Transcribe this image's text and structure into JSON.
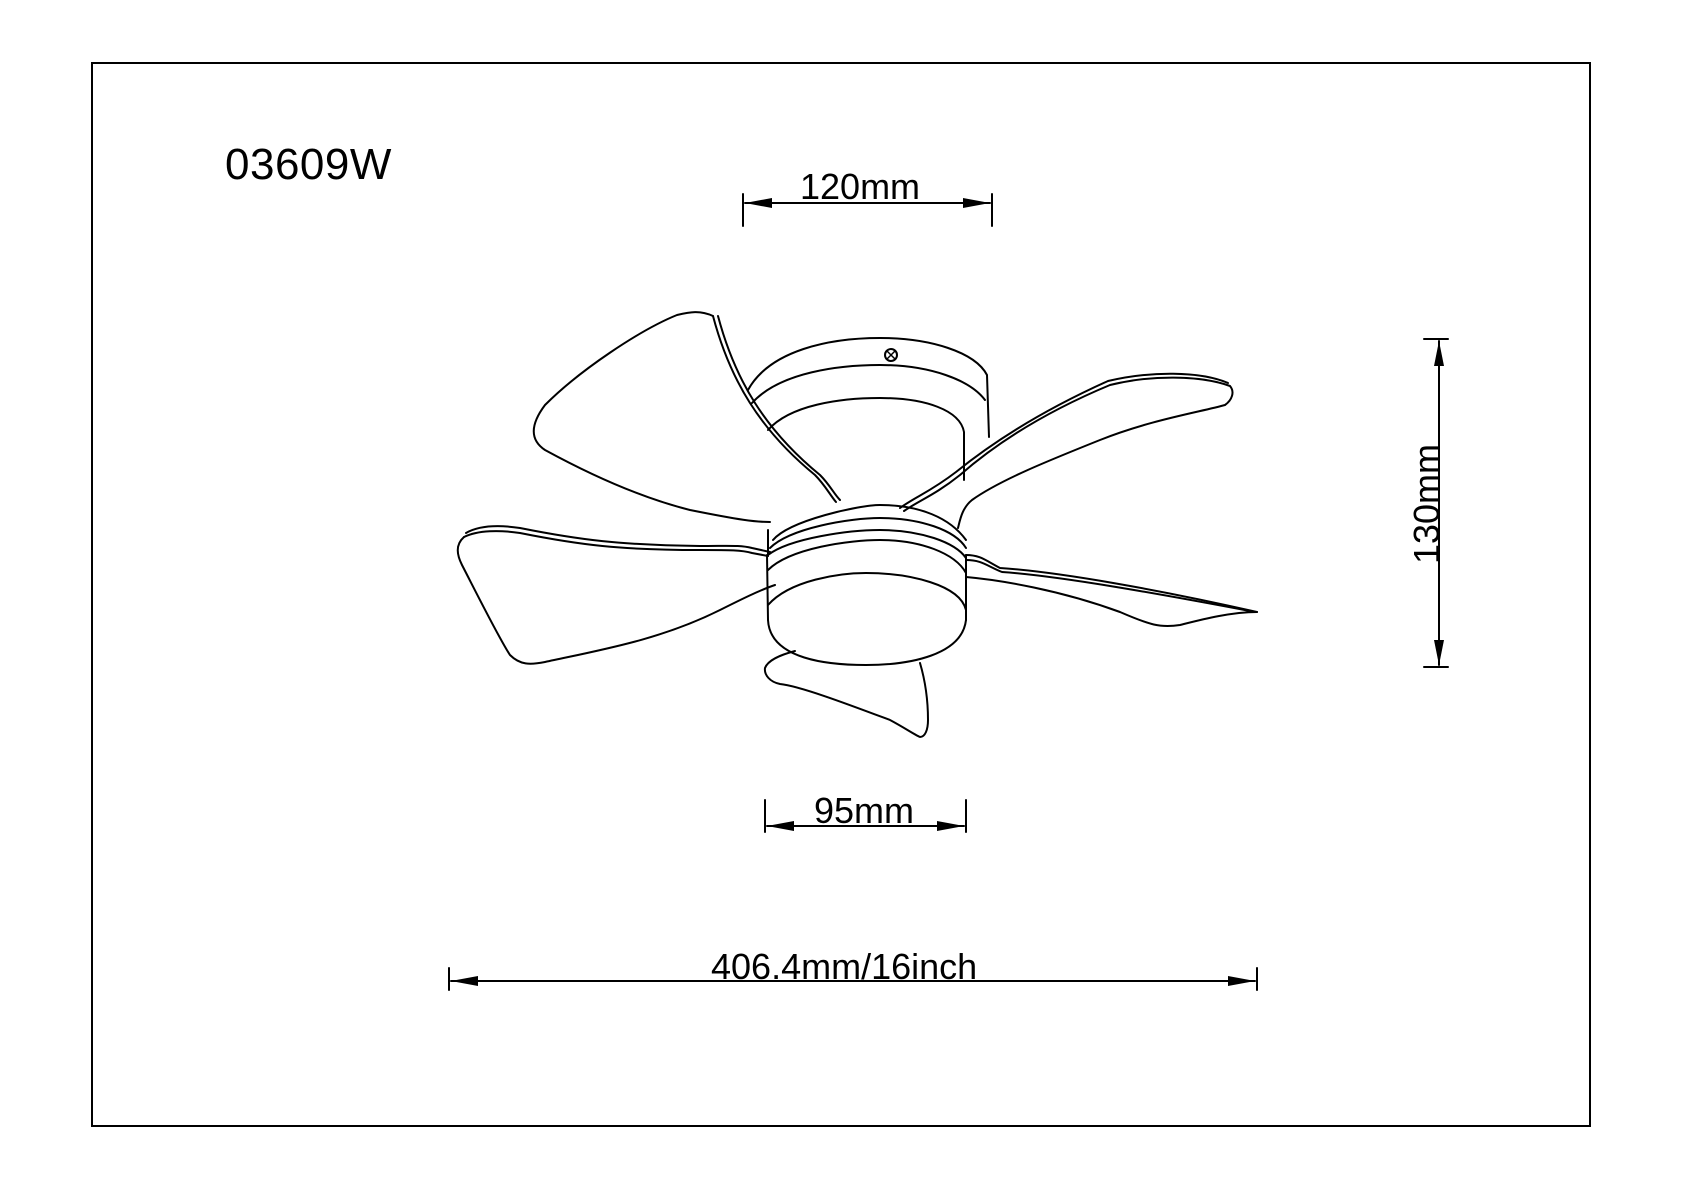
{
  "drawing": {
    "model_number": "03609W",
    "subject": "ceiling fan with LED light, 5 blades",
    "line_color": "#000000",
    "background_color": "#ffffff"
  },
  "dimensions": {
    "canopy_width": "120mm",
    "height": "130mm",
    "light_diameter": "95mm",
    "overall_span": "406.4mm/16inch"
  }
}
